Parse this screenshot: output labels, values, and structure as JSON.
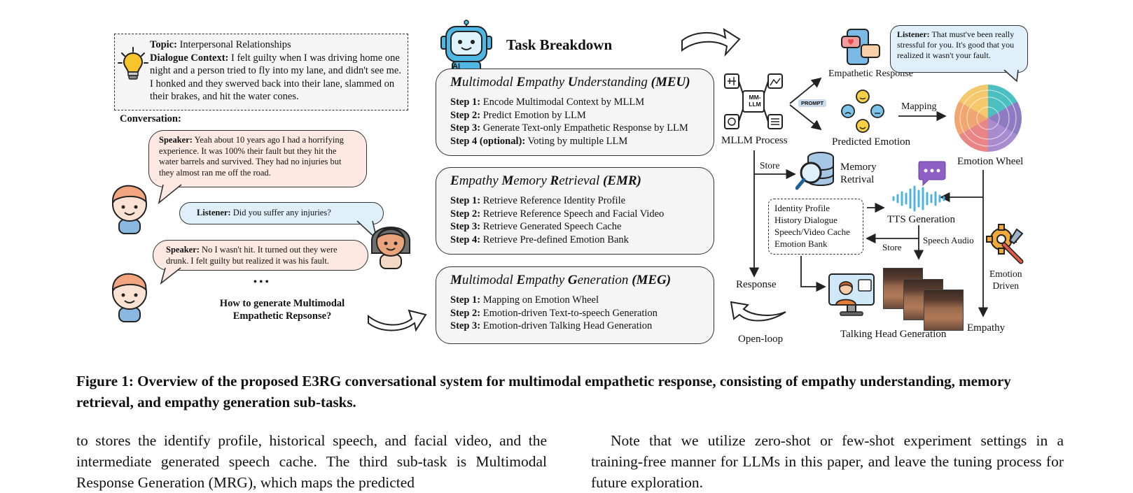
{
  "context_box": {
    "topic_label": "Topic:",
    "topic": "Interpersonal Relationships",
    "dialogue_label": "Dialogue Context:",
    "dialogue": "I felt guilty when I was driving home one night and a person tried to fly into my lane, and didn't see me. I honked and they swerved back into their lane, slammed on their brakes, and hit the water cones."
  },
  "conversation": {
    "heading": "Conversation:",
    "turns": [
      {
        "speaker": "Speaker:",
        "text": "Yeah about 10 years ago I had a horrifying experience. It was 100% their fault but they hit the water barrels and survived. They had no injuries but they almost ran me off the road."
      },
      {
        "speaker": "Listener:",
        "text": "Did you suffer any injuries?"
      },
      {
        "speaker": "Speaker:",
        "text": "No I wasn't hit. It turned out they were drunk. I felt guilty but realized it was his fault."
      }
    ],
    "ellipsis": "• • •",
    "question": "How to generate Multimodal Empathetic Repsonse?"
  },
  "robot_label": "AI",
  "task_breakdown_title": "Task Breakdown",
  "tasks": [
    {
      "title_parts": [
        "M",
        "ultimodal ",
        "E",
        "mpathy ",
        "U",
        "nderstanding ",
        "(MEU)"
      ],
      "steps": [
        {
          "label": "Step 1:",
          "text": "Encode Multimodal Context by MLLM"
        },
        {
          "label": "Step 2:",
          "text": "Predict Emotion by LLM"
        },
        {
          "label": "Step 3:",
          "text": "Generate Text-only Empathetic Response by LLM"
        },
        {
          "label": "Step 4 (optional):",
          "text": "Voting by multiple LLM"
        }
      ]
    },
    {
      "title_parts": [
        "E",
        "mpathy ",
        "M",
        "emory ",
        "R",
        "etrieval ",
        "(EMR)"
      ],
      "steps": [
        {
          "label": "Step 1:",
          "text": "Retrieve Reference Identity Profile"
        },
        {
          "label": "Step 2:",
          "text": "Retrieve Reference Speech and Facial Video"
        },
        {
          "label": "Step 3:",
          "text": "Retrieve Generated Speech Cache"
        },
        {
          "label": "Step 4:",
          "text": "Retrieve Pre-defined Emotion Bank"
        }
      ]
    },
    {
      "title_parts": [
        "M",
        "ultimodal ",
        "E",
        "mpathy ",
        "G",
        "eneration ",
        "(MEG)"
      ],
      "steps": [
        {
          "label": "Step 1:",
          "text": "Mapping on Emotion Wheel"
        },
        {
          "label": "Step 2:",
          "text": "Emotion-driven Text-to-speech Generation"
        },
        {
          "label": "Step 3:",
          "text": "Emotion-driven Talking Head Generation"
        }
      ]
    }
  ],
  "pipeline": {
    "mllm_chip": "MM-\nLLM",
    "mllm_process": "MLLM Process",
    "prompt_tag": "PROMPT",
    "empathetic_response": "Empathetic Response",
    "listener_label": "Listener:",
    "listener_text": "That must've been really stressful for you. It's good that you realized it wasn't your fault.",
    "predicted_emotion": "Predicted Emotion",
    "mapping": "Mapping",
    "emotion_wheel": "Emotion Wheel",
    "store_top": "Store",
    "memory_retrieval": "Memory\nRetrival",
    "memory_items": [
      "Identity Profile",
      "History Dialogue",
      "Speech/Video Cache",
      "Emotion Bank"
    ],
    "tts_generation": "TTS Generation",
    "speech_audio": "Speech Audio",
    "store_bottom": "Store",
    "emotion_driven": "Emotion\nDriven",
    "response": "Response",
    "open_loop": "Open-loop",
    "talking_head": "Talking Head Generation",
    "empathy": "Empathy"
  },
  "caption": "Figure 1: Overview of the proposed E3RG conversational system for multimodal empathetic response, consisting of empathy understanding, memory retrieval, and empathy generation sub-tasks.",
  "body_left": "to stores the identify profile, historical speech, and facial video, and the intermediate generated speech cache. The third sub-task is Multimodal Response Generation (MRG), which maps the predicted",
  "body_right": "Note that we utilize zero-shot or few-shot experiment settings in a training-free manner for LLMs in this paper, and leave the tuning process for future exploration."
}
